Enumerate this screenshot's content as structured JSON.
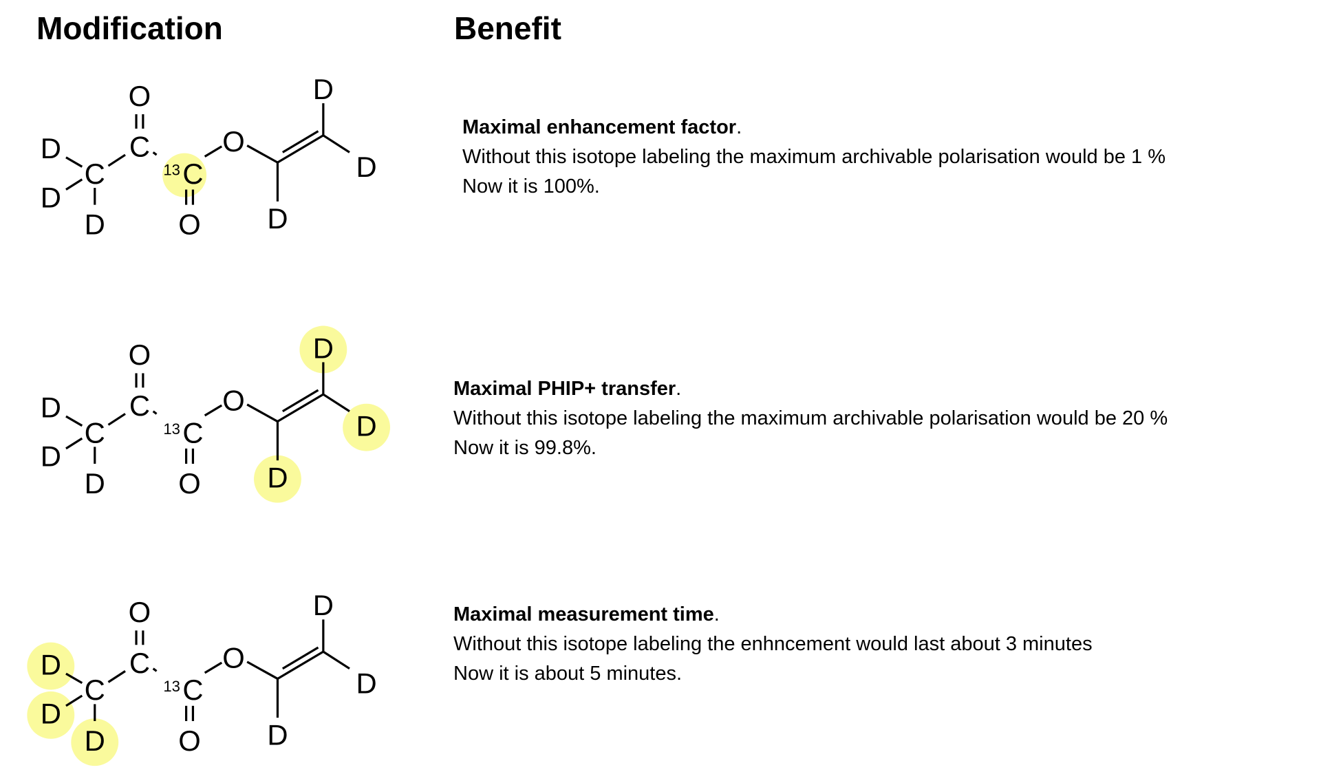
{
  "headers": {
    "modification": "Modification",
    "benefit": "Benefit"
  },
  "rows": [
    {
      "title": "Maximal enhancement factor",
      "line1": "Without this isotope labeling the maximum archivable polarisation would be 1 %",
      "line2": "Now it is 100%.",
      "highlight": [
        "c13"
      ]
    },
    {
      "title": "Maximal PHIP+ transfer",
      "line1": "Without this isotope labeling the maximum archivable polarisation would be 20 %",
      "line2": "Now it is 99.8%.",
      "highlight": [
        "d_vtop",
        "d_vright",
        "d_vbottom"
      ]
    },
    {
      "title": "Maximal measurement time",
      "line1": "Without this isotope labeling the enhncement would last about 3 minutes",
      "line2": "Now it is about 5 minutes.",
      "highlight": [
        "d_m1",
        "d_m2",
        "d_m3"
      ]
    }
  ],
  "molecule": {
    "isotope_label": "13",
    "atoms": [
      {
        "id": "d_m1",
        "label": "D"
      },
      {
        "id": "d_m2",
        "label": "D"
      },
      {
        "id": "d_m3",
        "label": "D"
      },
      {
        "id": "c_methyl",
        "label": "C"
      },
      {
        "id": "c_keto",
        "label": "C"
      },
      {
        "id": "o_keto",
        "label": "O"
      },
      {
        "id": "c13",
        "label": "C"
      },
      {
        "id": "o_carbonyl",
        "label": "O"
      },
      {
        "id": "o_ester",
        "label": "O"
      },
      {
        "id": "d_vtop",
        "label": "D"
      },
      {
        "id": "d_vright",
        "label": "D"
      },
      {
        "id": "d_vbottom",
        "label": "D"
      }
    ]
  },
  "colors": {
    "highlight": "#f7f75a"
  }
}
